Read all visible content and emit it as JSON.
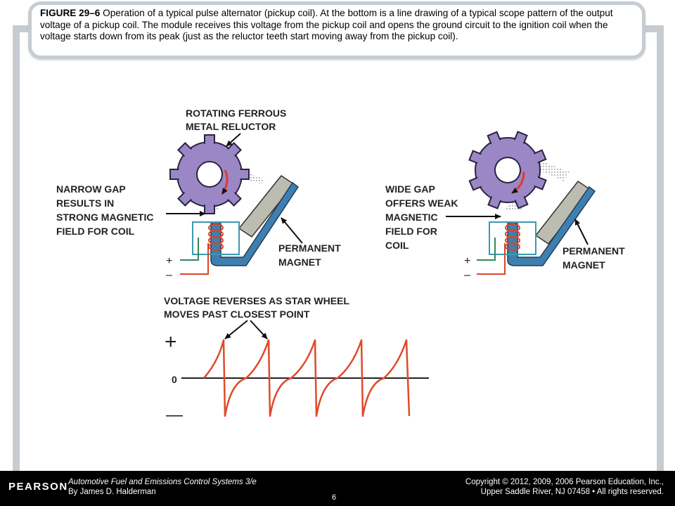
{
  "caption": {
    "figure_label": "FIGURE 29–6",
    "text": " Operation of a typical pulse alternator (pickup coil). At the bottom is a line drawing of a typical scope pattern of the output voltage of a pickup coil. The module receives this voltage from the pickup coil and opens the ground circuit to the ignition coil when the voltage starts down from its peak (just as the reluctor teeth start moving away from the pickup coil)."
  },
  "figure": {
    "reluctor_label_1": "ROTATING FERROUS",
    "reluctor_label_2": "METAL RELUCTOR",
    "narrow_gap_1": "NARROW GAP",
    "narrow_gap_2": "RESULTS IN",
    "narrow_gap_3": "STRONG MAGNETIC",
    "narrow_gap_4": "FIELD FOR COIL",
    "wide_gap_1": "WIDE GAP",
    "wide_gap_2": "OFFERS WEAK",
    "wide_gap_3": "MAGNETIC",
    "wide_gap_4": "FIELD FOR",
    "wide_gap_5": "COIL",
    "magnet_label_1": "PERMANENT",
    "magnet_label_2": "MAGNET",
    "plus_sign": "+",
    "minus_sign": "–",
    "voltage_label_1": "VOLTAGE REVERSES AS STAR WHEEL",
    "voltage_label_2": "MOVES PAST CLOSEST POINT",
    "scope_plus": "+",
    "scope_zero": "0",
    "scope_minus": "—",
    "colors": {
      "gear": "#9b87c5",
      "magnet_blue": "#3f7fb0",
      "magnet_bar": "#bdbcb0",
      "coil": "#d9452b",
      "wave": "#e04a2a",
      "wire_red": "#d9452b",
      "wire_green": "#2e8b57",
      "coil_box": "#3a9ab0"
    }
  },
  "footer": {
    "logo": "PEARSON",
    "book_title": "Automotive Fuel and Emissions Control Systems 3/e",
    "author": "By James D. Halderman",
    "page_number": "6",
    "copyright_1": "Copyright © 2012, 2009, 2006 Pearson Education, Inc.,",
    "copyright_2": "Upper Saddle River, NJ 07458 • All rights reserved."
  }
}
